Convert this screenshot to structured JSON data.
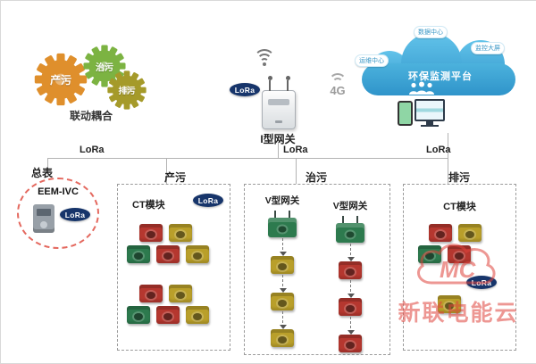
{
  "palette": {
    "red": "#b5372f",
    "yellow": "#b99f2a",
    "green": "#2d7a4e",
    "gear_orange": "#df8f2c",
    "gear_green": "#7cb342",
    "gear_olive": "#a59a2a",
    "badge_navy": "#17356b",
    "cloud_blue": "#2f94ca",
    "watermark_red": "#e0433c",
    "line_gray": "#b3b3b3"
  },
  "gears": {
    "caption": "联动耦合",
    "items": [
      {
        "label": "产污",
        "color": "#df8f2c"
      },
      {
        "label": "治污",
        "color": "#7cb342"
      },
      {
        "label": "排污",
        "color": "#a59a2a"
      }
    ]
  },
  "gateway": {
    "label": "I型网关",
    "lora_badge": "LoRa",
    "network_badge": "4G"
  },
  "cloud": {
    "title": "环保监测平台",
    "badge_top": "数据中心",
    "badge_left": "运维中心",
    "badge_right": "监控大屏"
  },
  "bus": {
    "label_left": "LoRa",
    "label_mid": "LoRa",
    "label_right": "LoRa"
  },
  "meter": {
    "title": "总表",
    "model": "EEM-IVC",
    "lora_badge": "LoRa"
  },
  "zones": {
    "produce": {
      "title": "产污",
      "module_label": "CT模块",
      "lora_badge": "LoRa",
      "cluster_top": {
        "row1": [
          "red",
          "yellow"
        ],
        "row2": [
          "green",
          "red",
          "yellow"
        ]
      },
      "cluster_bottom": {
        "row1": [
          "red",
          "yellow"
        ],
        "row2": [
          "green",
          "red",
          "yellow"
        ]
      }
    },
    "treat": {
      "title": "治污",
      "columns": [
        {
          "header": "V型网关",
          "chain": [
            "yellow",
            "yellow",
            "yellow"
          ]
        },
        {
          "header": "V型网关",
          "chain": [
            "red",
            "red",
            "red"
          ]
        }
      ]
    },
    "discharge": {
      "title": "排污",
      "module_label": "CT模块",
      "lora_badge": "LoRa",
      "cluster_top": {
        "row1": [
          "red",
          "yellow"
        ],
        "row2": [
          "green",
          "red"
        ]
      },
      "cluster_bottom": {
        "row1": [
          "yellow"
        ]
      }
    }
  },
  "watermark": {
    "logo": "MC",
    "text": "新联电能云"
  }
}
